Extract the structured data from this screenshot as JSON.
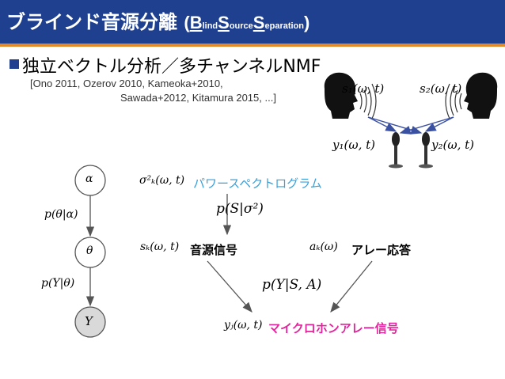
{
  "header": {
    "title_jp": "ブラインド音源分離",
    "paren_open": "(",
    "b_big": "B",
    "b_small": "lind",
    "s_big": "S",
    "s_small": "ource",
    "sep_big": "S",
    "sep_small": "eparation",
    "paren_close": ")"
  },
  "subtitle": "独立ベクトル分析／多チャンネルNMF",
  "references": {
    "line1": "[Ono 2011, Ozerov 2010, Kameoka+2010,",
    "line2": "Sawada+2012, Kitamura 2015, ...]"
  },
  "graphical_model": {
    "node_alpha": "α",
    "node_theta": "θ",
    "node_y": "Y",
    "edge_1": "p(θ|α)",
    "edge_2": "p(Y|θ)"
  },
  "model_diagram": {
    "sigma_label": "σ²ₖ(ω, t)",
    "spectrogram_label": "パワースペクトログラム",
    "p_s_sigma": "p(S|σ²)",
    "source_label": "sₖ(ω, t)",
    "source_jp": "音源信号",
    "array_label": "aₖ(ω)",
    "array_jp": "アレー応答",
    "p_y_sa": "p(Y|S, A)",
    "obs_label": "yⱼ(ω, t)",
    "obs_jp": "マイクロホンアレー信号"
  },
  "illustration": {
    "s1": "s₁(ω, t)",
    "s2": "s₂(ω, t)",
    "y1": "y₁(ω, t)",
    "y2": "y₂(ω, t)"
  },
  "colors": {
    "header_bg": "#1f3f8f",
    "accent_orange": "#e08a2a",
    "blue_text": "#3aa0d8",
    "pink_text": "#e0269a"
  }
}
